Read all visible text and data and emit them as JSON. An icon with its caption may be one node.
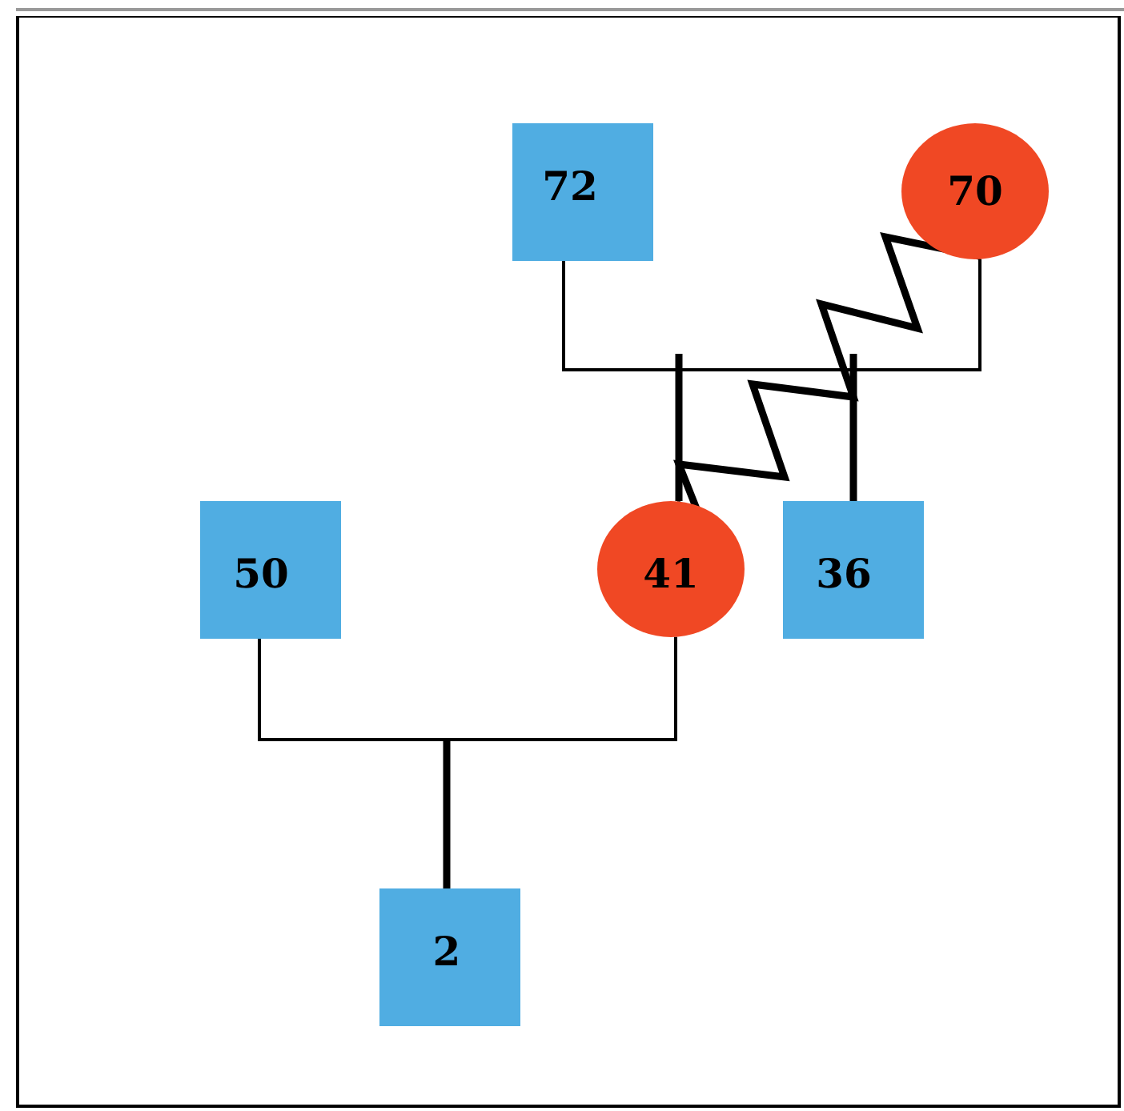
{
  "diagram": {
    "nodes": [
      {
        "text": [
          "72"
        ]
      },
      {
        "text": [
          "70"
        ]
      },
      {
        "text": [
          "50"
        ]
      },
      {
        "text": [
          "41"
        ]
      },
      {
        "text": [
          "36"
        ]
      },
      {
        "text": [
          "2"
        ]
      }
    ],
    "edges": [
      {
        "from": 0,
        "to": 1,
        "arrow": "none"
      },
      {
        "from": 0,
        "to": 3,
        "arrow": "none"
      },
      {
        "from": 1,
        "to": 3,
        "arrow": "none"
      },
      {
        "from": 0,
        "to": 4,
        "arrow": "none"
      },
      {
        "from": 1,
        "to": 4,
        "arrow": "none"
      },
      {
        "from": 1,
        "to": 3,
        "arrow": "none",
        "style": "thick"
      },
      {
        "from": 2,
        "to": 3,
        "arrow": "none"
      },
      {
        "from": 2,
        "to": 5,
        "arrow": "none"
      },
      {
        "from": 3,
        "to": 5,
        "arrow": "none"
      }
    ]
  }
}
